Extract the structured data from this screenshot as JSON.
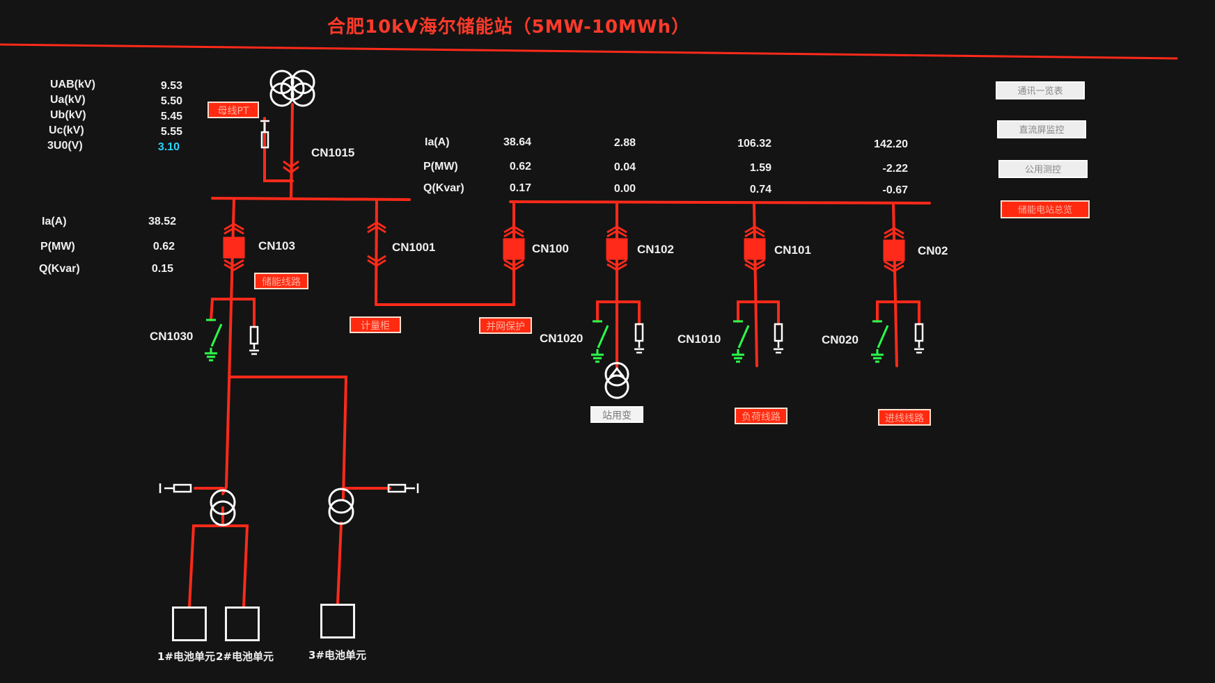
{
  "title": "合肥10kV海尔储能站（5MW-10MWh）",
  "colors": {
    "line": "#ff2a1a",
    "background": "#141414",
    "ground_switch": "#2bff4a",
    "highlight_value": "#2ad4ff"
  },
  "bus_meas": [
    {
      "label": "UAB(kV)",
      "value": "9.53"
    },
    {
      "label": "Ua(kV)",
      "value": "5.50"
    },
    {
      "label": "Ub(kV)",
      "value": "5.45"
    },
    {
      "label": "Uc(kV)",
      "value": "5.55"
    },
    {
      "label": "3U0(V)",
      "value": "3.10"
    }
  ],
  "left_meas": [
    {
      "label": "Ia(A)",
      "value": "38.52"
    },
    {
      "label": "P(MW)",
      "value": "0.62"
    },
    {
      "label": "Q(Kvar)",
      "value": "0.15"
    }
  ],
  "feeder_meas": {
    "labels": [
      "Ia(A)",
      "P(MW)",
      "Q(Kvar)"
    ],
    "columns": [
      [
        "38.64",
        "0.62",
        "0.17"
      ],
      [
        "2.88",
        "0.04",
        "0.00"
      ],
      [
        "106.32",
        "1.59",
        "0.74"
      ],
      [
        "142.20",
        "-2.22",
        "-0.67"
      ]
    ]
  },
  "breakers": {
    "cn1015": "CN1015",
    "cn103": "CN103",
    "cn1001": "CN1001",
    "cn100": "CN100",
    "cn102": "CN102",
    "cn101": "CN101",
    "cn02": "CN02"
  },
  "ground_switches": {
    "cn1030": "CN1030",
    "cn1020": "CN1020",
    "cn1010": "CN1010",
    "cn020": "CN020"
  },
  "tags": {
    "pt_bus": "母线PT",
    "energy_line": "储能线路",
    "metering": "计量柜",
    "grid_protection": "并网保护",
    "station_transformer": "站用变",
    "load_line": "负荷线路",
    "incoming_line": "进线线路"
  },
  "nav": [
    {
      "label": "通讯一览表",
      "style": "white"
    },
    {
      "label": "直流屏监控",
      "style": "white"
    },
    {
      "label": "公用测控",
      "style": "white"
    },
    {
      "label": "储能电站总览",
      "style": "red"
    }
  ],
  "batteries": [
    "1#电池单元",
    "2#电池单元",
    "3#电池单元"
  ]
}
